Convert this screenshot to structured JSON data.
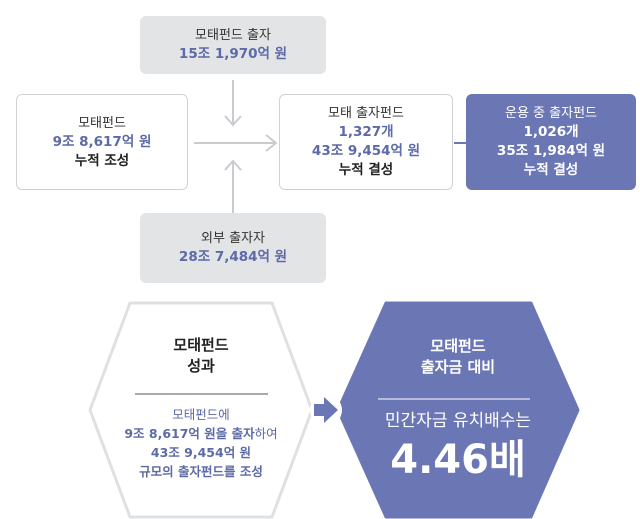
{
  "top_box": {
    "label": "모태펀드 출자",
    "value": "15조 1,970억 원"
  },
  "left_box": {
    "label": "모태펀드",
    "value": "9조 8,617억 원",
    "note": "누적 조성"
  },
  "center_box": {
    "label": "모태 출자펀드",
    "count": "1,327개",
    "value": "43조 9,454억 원",
    "note": "누적 결성"
  },
  "right_box": {
    "label": "운용 중 출자펀드",
    "count": "1,026개",
    "value": "35조 1,984억 원",
    "note": "누적 결성"
  },
  "bottom_box": {
    "label": "외부 출자자",
    "value": "28조 7,484억 원"
  },
  "result": {
    "title_line1": "모태펀드",
    "title_line2": "성과",
    "desc_line1": "모태펀드에",
    "desc_line2_a": "9조 8,617억 원을 출자",
    "desc_line2_b": "하여",
    "desc_line3": "43조 9,454억 원",
    "desc_line4": "규모의 출자펀드를 조성"
  },
  "multiplier": {
    "title_line1": "모태펀드",
    "title_line2": "출자금 대비",
    "subtitle": "민간자금 유치배수는",
    "value": "4.46배"
  },
  "colors": {
    "accent": "#6b77b4",
    "value_text": "#5c6aa8",
    "gray_box": "#e3e4e6",
    "arrow": "#c9cbcf"
  }
}
